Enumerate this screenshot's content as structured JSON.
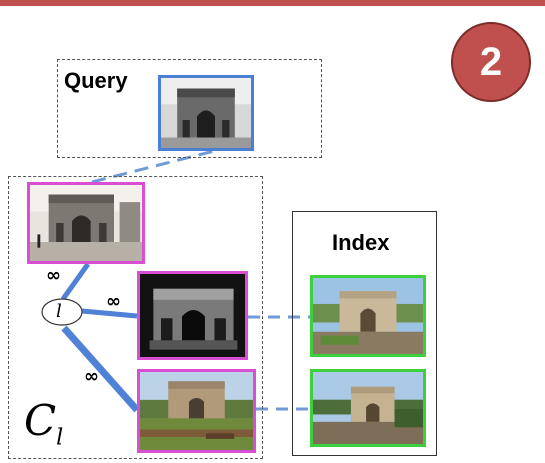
{
  "badge": {
    "number": "2"
  },
  "query": {
    "label": "Query"
  },
  "index": {
    "label": "Index"
  },
  "cluster": {
    "label": "C",
    "subscript": "l"
  },
  "node": {
    "label": "l"
  },
  "edges": {
    "e1": "∞",
    "e2": "∞",
    "e3": "∞"
  },
  "colors": {
    "accent_bar": "#c0504d",
    "query_border": "#4a7fd4",
    "cluster_border": "#d94fd4",
    "index_border": "#3ecf3e",
    "link": "#6f9ad8",
    "edge": "#4f82d6"
  }
}
